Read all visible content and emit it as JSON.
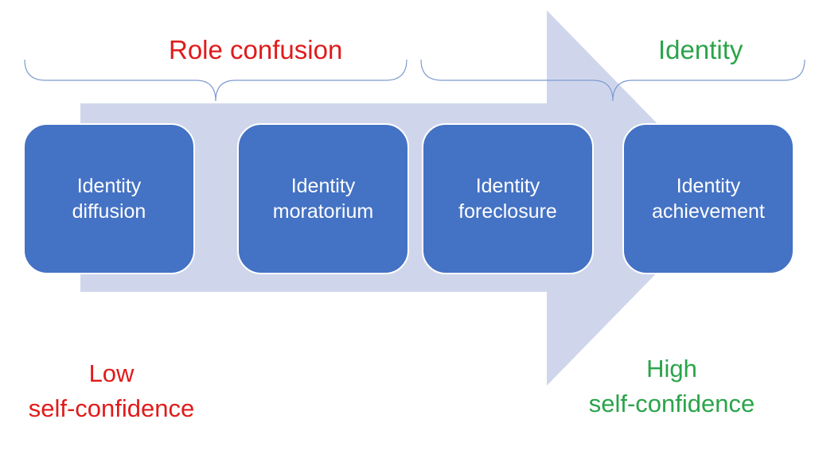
{
  "colors": {
    "arrow": "#cfd6ec",
    "box": "#4472c4",
    "box_border": "#ffffff",
    "bracket": "#7f9bd0",
    "red": "#e01b1b",
    "green": "#2aa44a"
  },
  "groups": {
    "role_confusion": "Role confusion",
    "identity": "Identity"
  },
  "stages": [
    {
      "line1": "Identity",
      "line2": "diffusion"
    },
    {
      "line1": "Identity",
      "line2": "moratorium"
    },
    {
      "line1": "Identity",
      "line2": "foreclosure"
    },
    {
      "line1": "Identity",
      "line2": "achievement"
    }
  ],
  "low": {
    "line1": "Low",
    "line2": "self-confidence"
  },
  "high": {
    "line1": "High",
    "line2": "self-confidence"
  }
}
